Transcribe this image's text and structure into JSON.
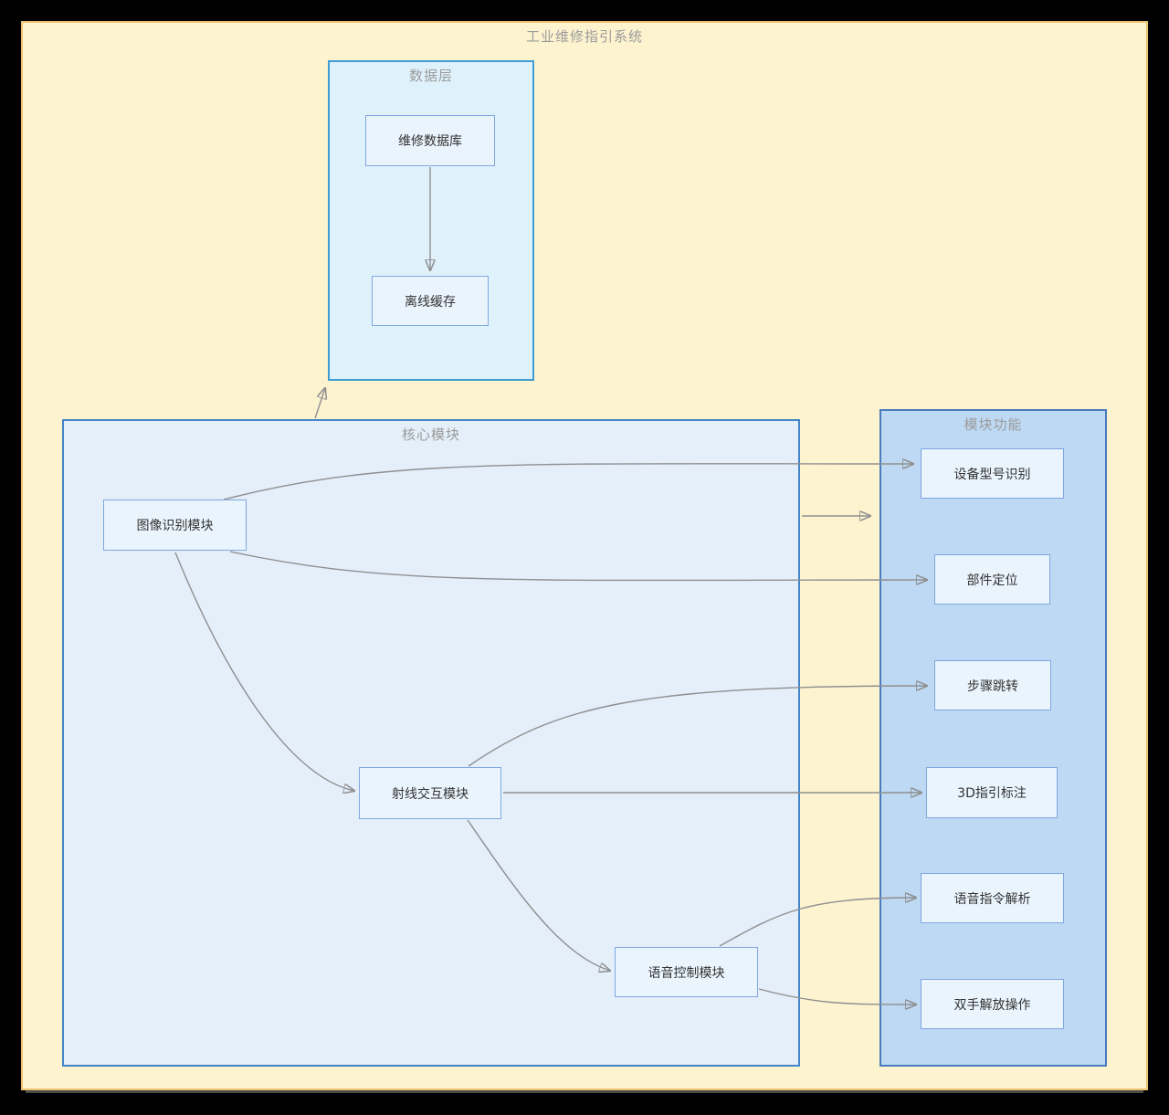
{
  "title": "工业维修指引系统",
  "containers": {
    "data_layer": {
      "title": "数据层"
    },
    "core_modules": {
      "title": "核心模块"
    },
    "module_functions": {
      "title": "模块功能"
    }
  },
  "nodes": {
    "maintenance_db": {
      "label": "维修数据库"
    },
    "offline_cache": {
      "label": "离线缓存"
    },
    "image_recognition": {
      "label": "图像识别模块"
    },
    "ray_interaction": {
      "label": "射线交互模块"
    },
    "voice_control": {
      "label": "语音控制模块"
    },
    "device_model_recognition": {
      "label": "设备型号识别"
    },
    "part_locating": {
      "label": "部件定位"
    },
    "step_jump": {
      "label": "步骤跳转"
    },
    "guide_annotation_3d": {
      "label": "3D指引标注"
    },
    "voice_command_parsing": {
      "label": "语音指令解析"
    },
    "hands_free_operation": {
      "label": "双手解放操作"
    }
  },
  "edges": [
    {
      "from": "维修数据库",
      "to": "离线缓存"
    },
    {
      "from": "核心模块",
      "to": "数据层"
    },
    {
      "from": "核心模块",
      "to": "模块功能"
    },
    {
      "from": "图像识别模块",
      "to": "设备型号识别"
    },
    {
      "from": "图像识别模块",
      "to": "部件定位"
    },
    {
      "from": "图像识别模块",
      "to": "射线交互模块"
    },
    {
      "from": "射线交互模块",
      "to": "步骤跳转"
    },
    {
      "from": "射线交互模块",
      "to": "3D指引标注"
    },
    {
      "from": "射线交互模块",
      "to": "语音控制模块"
    },
    {
      "from": "语音控制模块",
      "to": "语音指令解析"
    },
    {
      "from": "语音控制模块",
      "to": "双手解放操作"
    }
  ],
  "colors": {
    "canvas_bg": "#000000",
    "outer_fill": "#FDF3CF",
    "outer_border": "#ECC26E",
    "data_layer_fill": "#DFF2FC",
    "data_layer_border": "#3E9CD4",
    "core_fill": "#E4EFFA",
    "core_border": "#4485C9",
    "functions_fill": "#BDD9F4",
    "functions_border": "#4A7ABE",
    "node_fill": "#EAF4FD",
    "node_border": "#7FA7DE",
    "node_text": "#333333",
    "title_text": "#9B9B9B",
    "edge_stroke": "#8F8F8F"
  }
}
